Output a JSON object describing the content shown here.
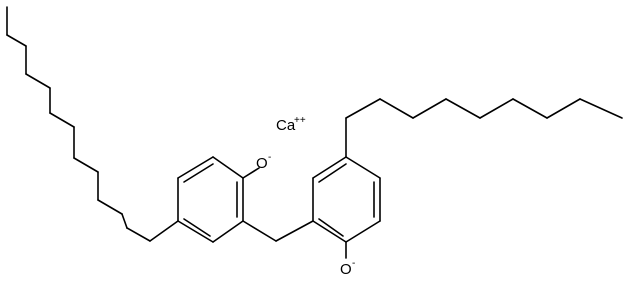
{
  "molecule": {
    "counter_ion": {
      "element": "Ca",
      "charge": "++"
    },
    "phenoxide_top": {
      "element": "O",
      "charge": "-"
    },
    "phenoxide_bottom": {
      "element": "O",
      "charge": "-"
    }
  },
  "colors": {
    "bond": "#000000",
    "background": "#ffffff"
  }
}
